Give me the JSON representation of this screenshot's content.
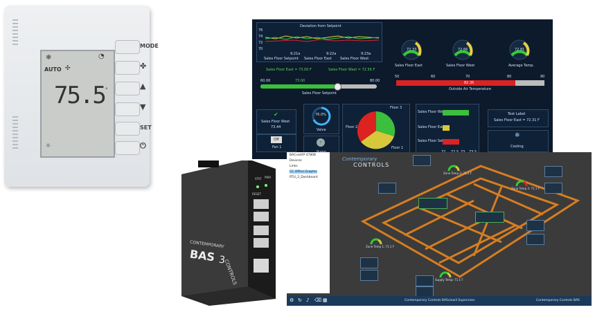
{
  "thermostat": {
    "display_temp": "75.5",
    "display_mode": "AUTO",
    "buttons": [
      "MODE",
      "",
      "",
      "",
      "SET",
      ""
    ]
  },
  "controller": {
    "brand": "CONTEMPORARY",
    "model": "BAS",
    "model_suffix": "3",
    "logo": "CONTROLS",
    "leds": [
      "STAT",
      "PWR"
    ],
    "reset": "RESET"
  },
  "dashboard": {
    "chart": {
      "title": "Deviation from Setpoint",
      "y_ticks": [
        "76",
        "74",
        "72",
        "70"
      ],
      "x_ticks": [
        "9:21a",
        "9:22a",
        "9:23a"
      ],
      "legend": [
        "Sales Floor Setpoint",
        "Sales Floor East",
        "Sales Floor West"
      ]
    },
    "sp_east": "Sales Floor East = 73.00 F",
    "sp_west": "Sales Floor West = 72.56 F",
    "slider": {
      "min": "60.00",
      "value": "73.00",
      "max": "80.00",
      "label": "Sales Floor Setpoint"
    },
    "oat": {
      "ticks": [
        "50",
        "60",
        "70",
        "80",
        "90"
      ],
      "value": "82.35",
      "label": "Outside Air Temperature"
    },
    "gauges": [
      {
        "label": "Sales Floor East",
        "value": "72.33"
      },
      {
        "label": "Sales Floor West",
        "value": "72.66"
      },
      {
        "label": "Average Temp.",
        "value": "72.81"
      }
    ],
    "status": {
      "label": "Sales Floor West",
      "value": "73.44"
    },
    "fan": {
      "label": "Fan 1",
      "state": "Off"
    },
    "valve": {
      "value": "76.0%",
      "label": "Valve"
    },
    "pump": {
      "label": "Pump"
    },
    "pie": {
      "labels": [
        "Floor 3",
        "Floor 2",
        "Floor 1"
      ]
    },
    "bars": {
      "categories": [
        "Sales Floor West",
        "Sales Floor East",
        "Sales Floor Setpoint"
      ],
      "ticks": [
        "72",
        "72.5",
        "73",
        "73.5"
      ]
    },
    "text_label": {
      "title": "Text Label",
      "value": "Sales Floor East = 72.31 F"
    },
    "cooling": "Cooling"
  },
  "floorplan": {
    "tree": [
      "BACnet/IP 47808",
      "Devices",
      "Links",
      "CC Office Graphic",
      "RTU_2_Dashboard"
    ],
    "logo_top": "Contemporary",
    "logo_bottom": "CONTROLS",
    "footer_center": "Contemporary Controls BASview3 Supervisor",
    "footer_right": "Contemporary Controls BAS",
    "sensors": [
      "Zone Temp 1: 71.1 F",
      "Zone Temp 2: 71.1 F",
      "Zone Temp 3: 71.1 F",
      "Supply Temp: 71.1 F"
    ]
  },
  "colors": {
    "dash_bg": "#0d1a2b",
    "floor_bg": "#3b3b3b",
    "walls": "#e8861f",
    "accent": "#3fb5ff"
  }
}
